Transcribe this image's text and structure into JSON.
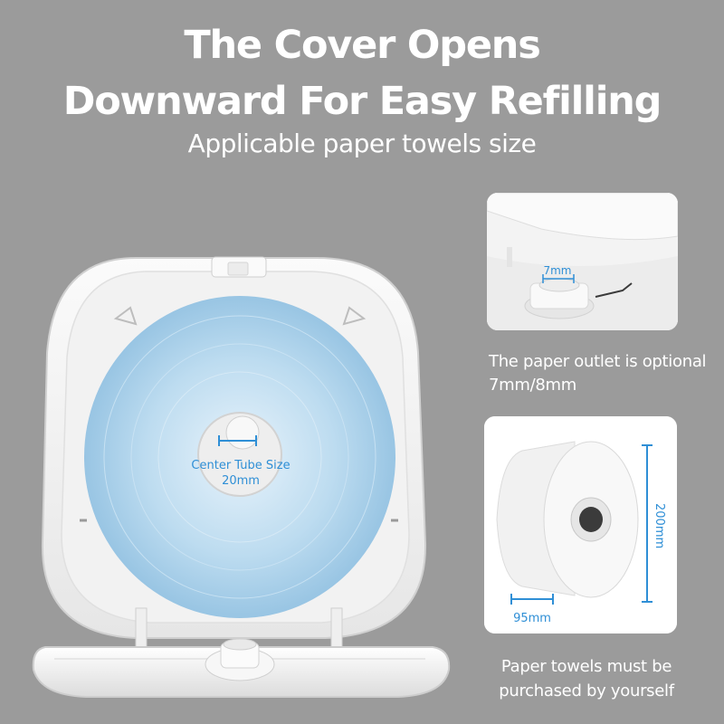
{
  "headline": {
    "line1": "The Cover Opens",
    "line2": "Downward For Easy Refilling"
  },
  "subheadline": "Applicable paper towels size",
  "dispenser": {
    "center_tube_label": "Center Tube Size",
    "center_tube_value": "20mm"
  },
  "outlet_photo": {
    "dimension_label": "7mm"
  },
  "outlet_caption": {
    "line1": "The paper outlet is optional",
    "line2": "7mm/8mm"
  },
  "roll_photo": {
    "height_label": "200mm",
    "width_label": "95mm"
  },
  "roll_caption": {
    "line1": "Paper towels must be",
    "line2": "purchased by yourself"
  },
  "colors": {
    "background": "#9b9b9b",
    "accent_blue": "#2f8fd6",
    "roll_blue": "#a9cfe8",
    "text": "#ffffff"
  }
}
